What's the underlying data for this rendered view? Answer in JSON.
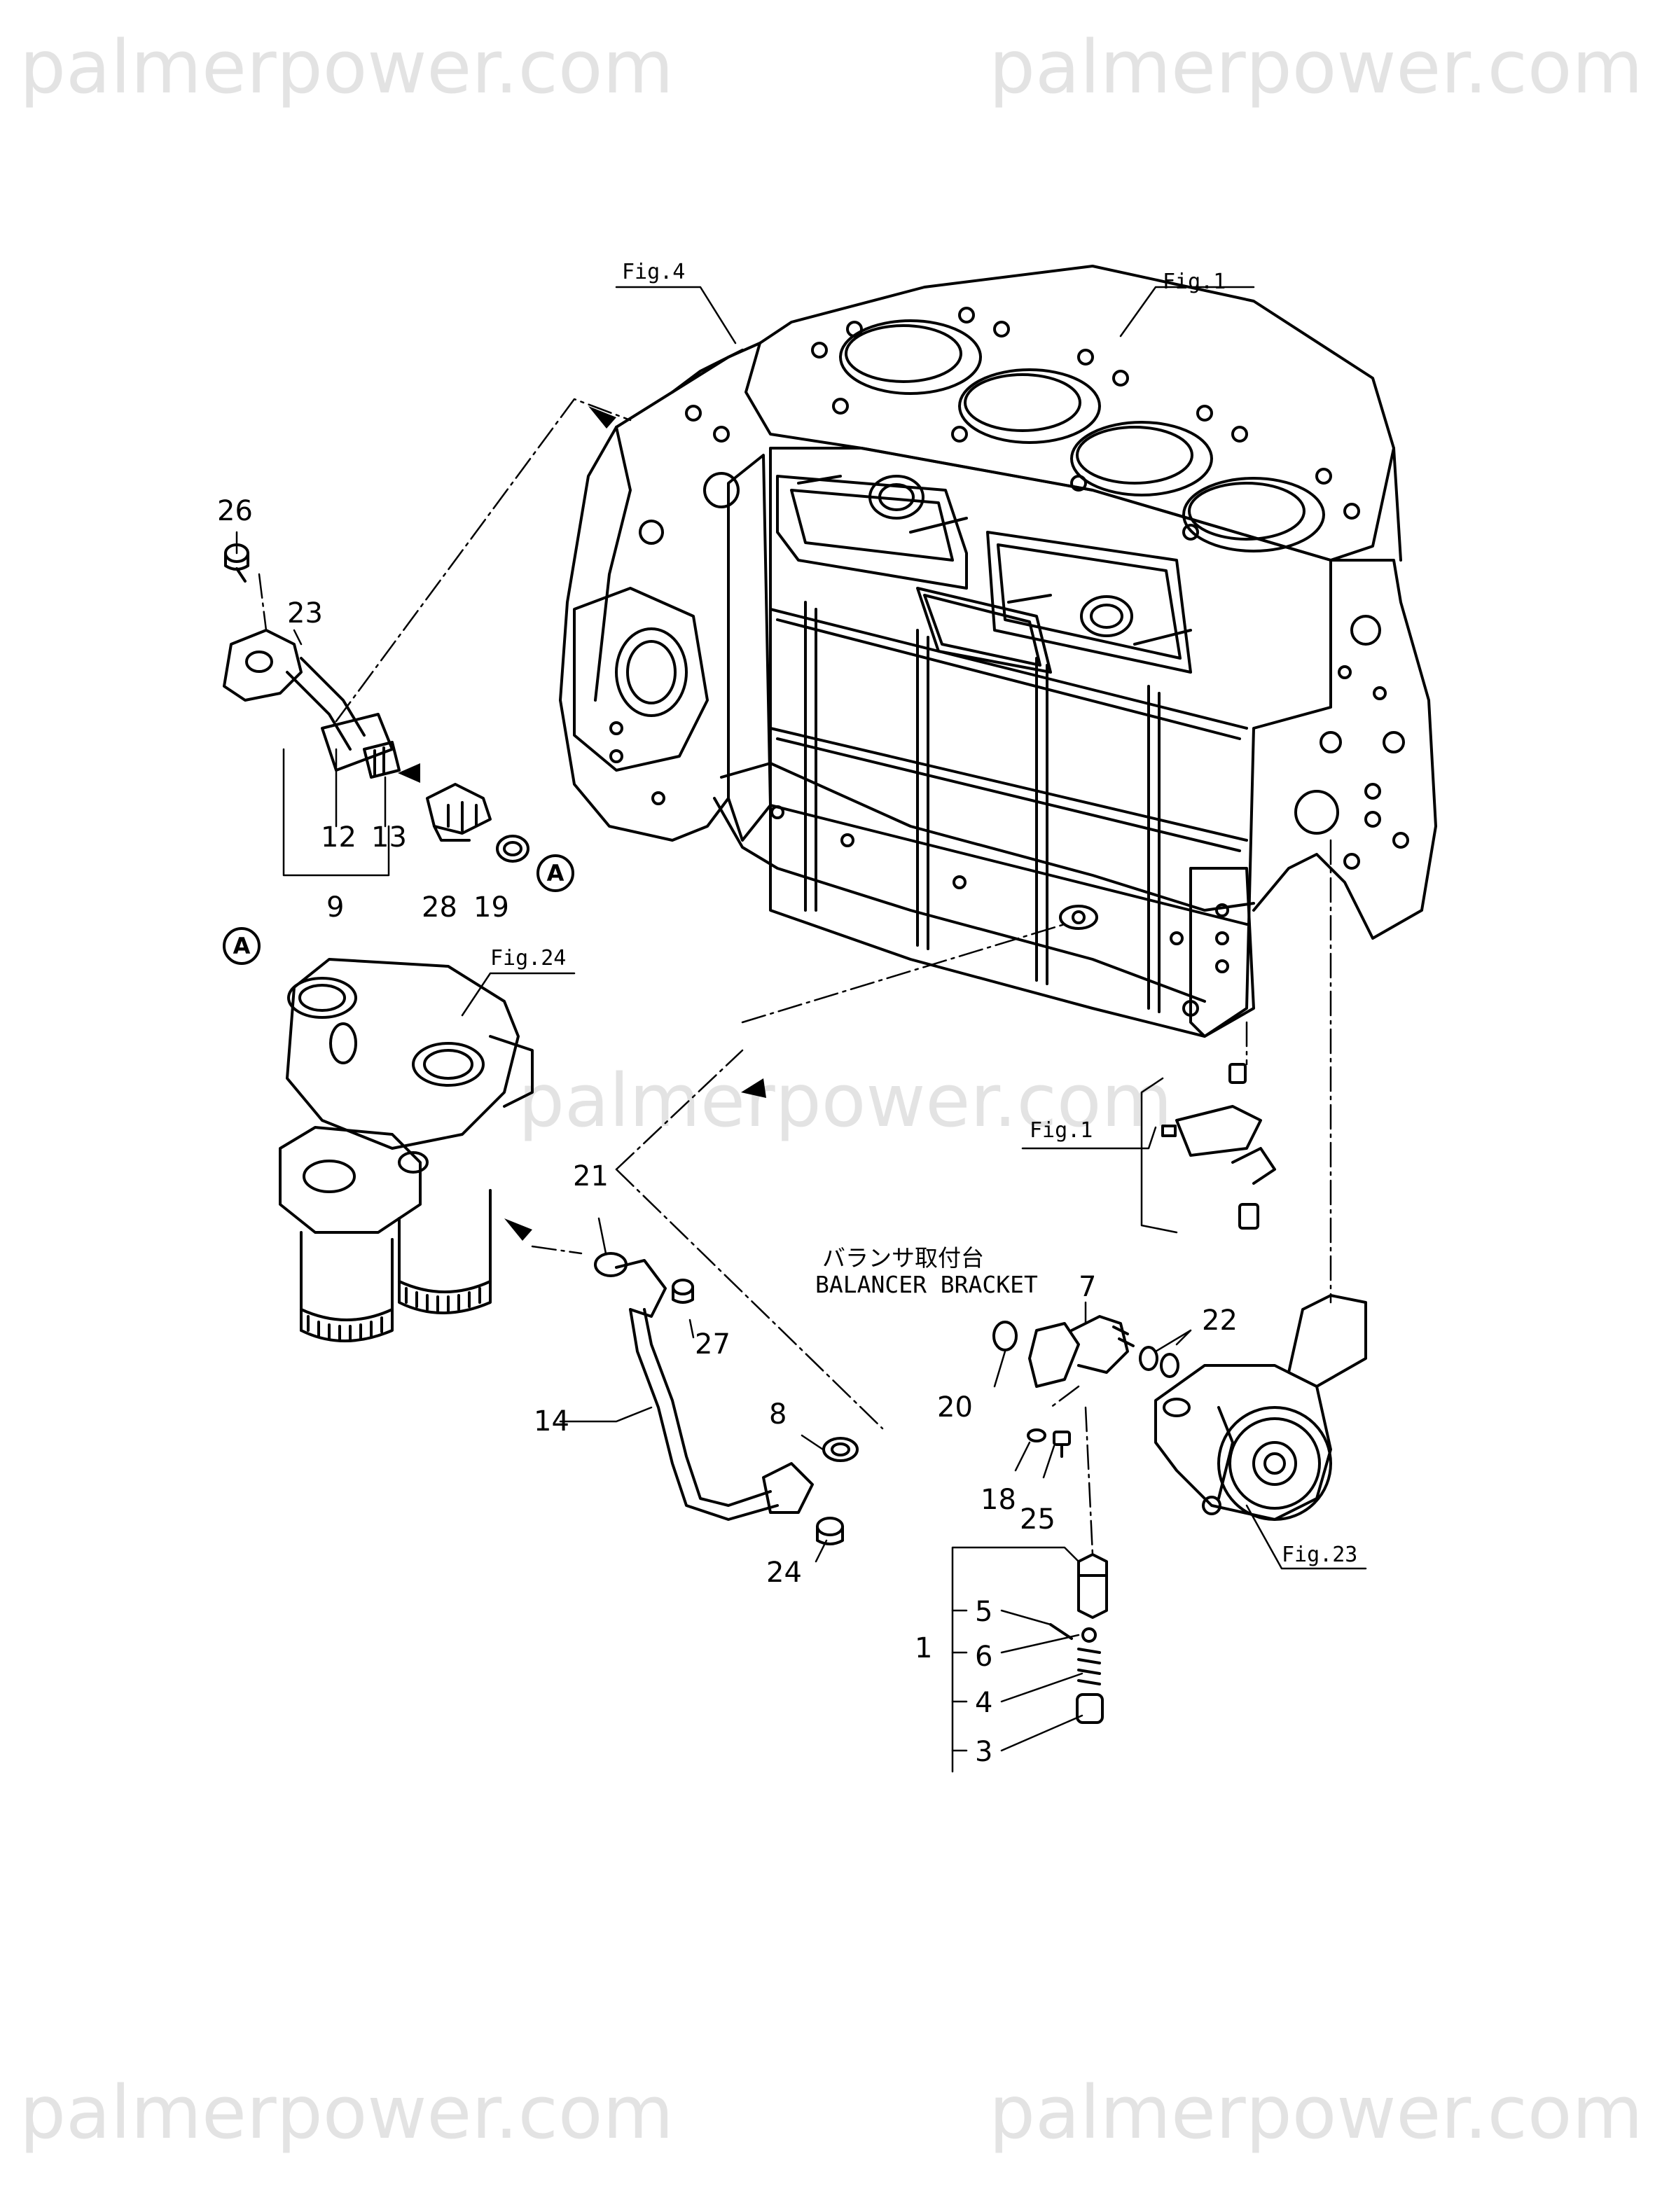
{
  "watermarks": [
    "palmerpower.com",
    "palmerpower.com",
    "palmerpower.com",
    "palmerpower.com",
    "palmerpower.com"
  ],
  "figure_refs": {
    "fig4": "Fig.4",
    "fig1_top": "Fig.1",
    "fig24": "Fig.24",
    "fig1_mid": "Fig.1",
    "fig23": "Fig.23"
  },
  "note": {
    "japanese": "バランサ取付台",
    "english": "BALANCER BRACKET"
  },
  "marks": {
    "a1": "A",
    "a2": "A"
  },
  "callouts": {
    "p26": "26",
    "p23": "23",
    "p12": "12",
    "p13": "13",
    "p9": "9",
    "p28": "28",
    "p19": "19",
    "p21": "21",
    "p27": "27",
    "p14": "14",
    "p8": "8",
    "p24": "24",
    "p7": "7",
    "p22": "22",
    "p20": "20",
    "p18": "18",
    "p25": "25",
    "p1": "1",
    "p5": "5",
    "p6": "6",
    "p4": "4",
    "p3": "3"
  }
}
